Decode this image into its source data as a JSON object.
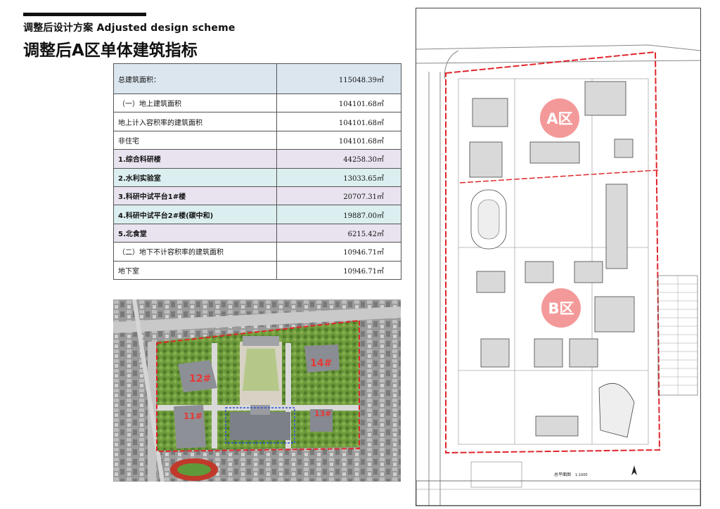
{
  "header": {
    "subtitle": "调整后设计方案 Adjusted design scheme",
    "title": "调整后A区单体建筑指标"
  },
  "metrics_table": {
    "rows": [
      {
        "label": "总建筑面积：",
        "value": "115048.39㎡",
        "style": "total",
        "bold": false
      },
      {
        "label": "（一）地上建筑面积",
        "value": "104101.68㎡",
        "style": "plain",
        "bold": false
      },
      {
        "label": "地上计入容积率的建筑面积",
        "value": "104101.68㎡",
        "style": "plain",
        "bold": false
      },
      {
        "label": "非住宅",
        "value": "104101.68㎡",
        "style": "plain",
        "bold": false
      },
      {
        "label": "1.综合科研楼",
        "value": "44258.30㎡",
        "style": "purple",
        "bold": true
      },
      {
        "label": "2.水利实验室",
        "value": "13033.65㎡",
        "style": "cyan",
        "bold": true
      },
      {
        "label": "3.科研中试平台1#楼",
        "value": "20707.31㎡",
        "style": "purple",
        "bold": true
      },
      {
        "label": "4.科研中试平台2#楼(碳中和)",
        "value": "19887.00㎡",
        "style": "cyan",
        "bold": true
      },
      {
        "label": "5.北食堂",
        "value": "6215.42㎡",
        "style": "purple",
        "bold": true
      },
      {
        "label": "（二）地下不计容积率的建筑面积",
        "value": "10946.71㎡",
        "style": "plain",
        "bold": false
      },
      {
        "label": "地下室",
        "value": "10946.71㎡",
        "style": "plain",
        "bold": false
      }
    ]
  },
  "aerial": {
    "building_labels": [
      "12#",
      "14#",
      "11#",
      "13#"
    ]
  },
  "site_plan": {
    "zone_a_label": "A区",
    "zone_b_label": "B区",
    "plan_title": "总平面图",
    "plan_scale": "1:1000"
  },
  "colors": {
    "total_row": "#dbe6ef",
    "purple_row": "#e9e3ef",
    "cyan_row": "#dbeef0",
    "boundary_red": "#e0262b",
    "zone_badge": "#ed5a5a",
    "aerial_label": "#e53935"
  }
}
